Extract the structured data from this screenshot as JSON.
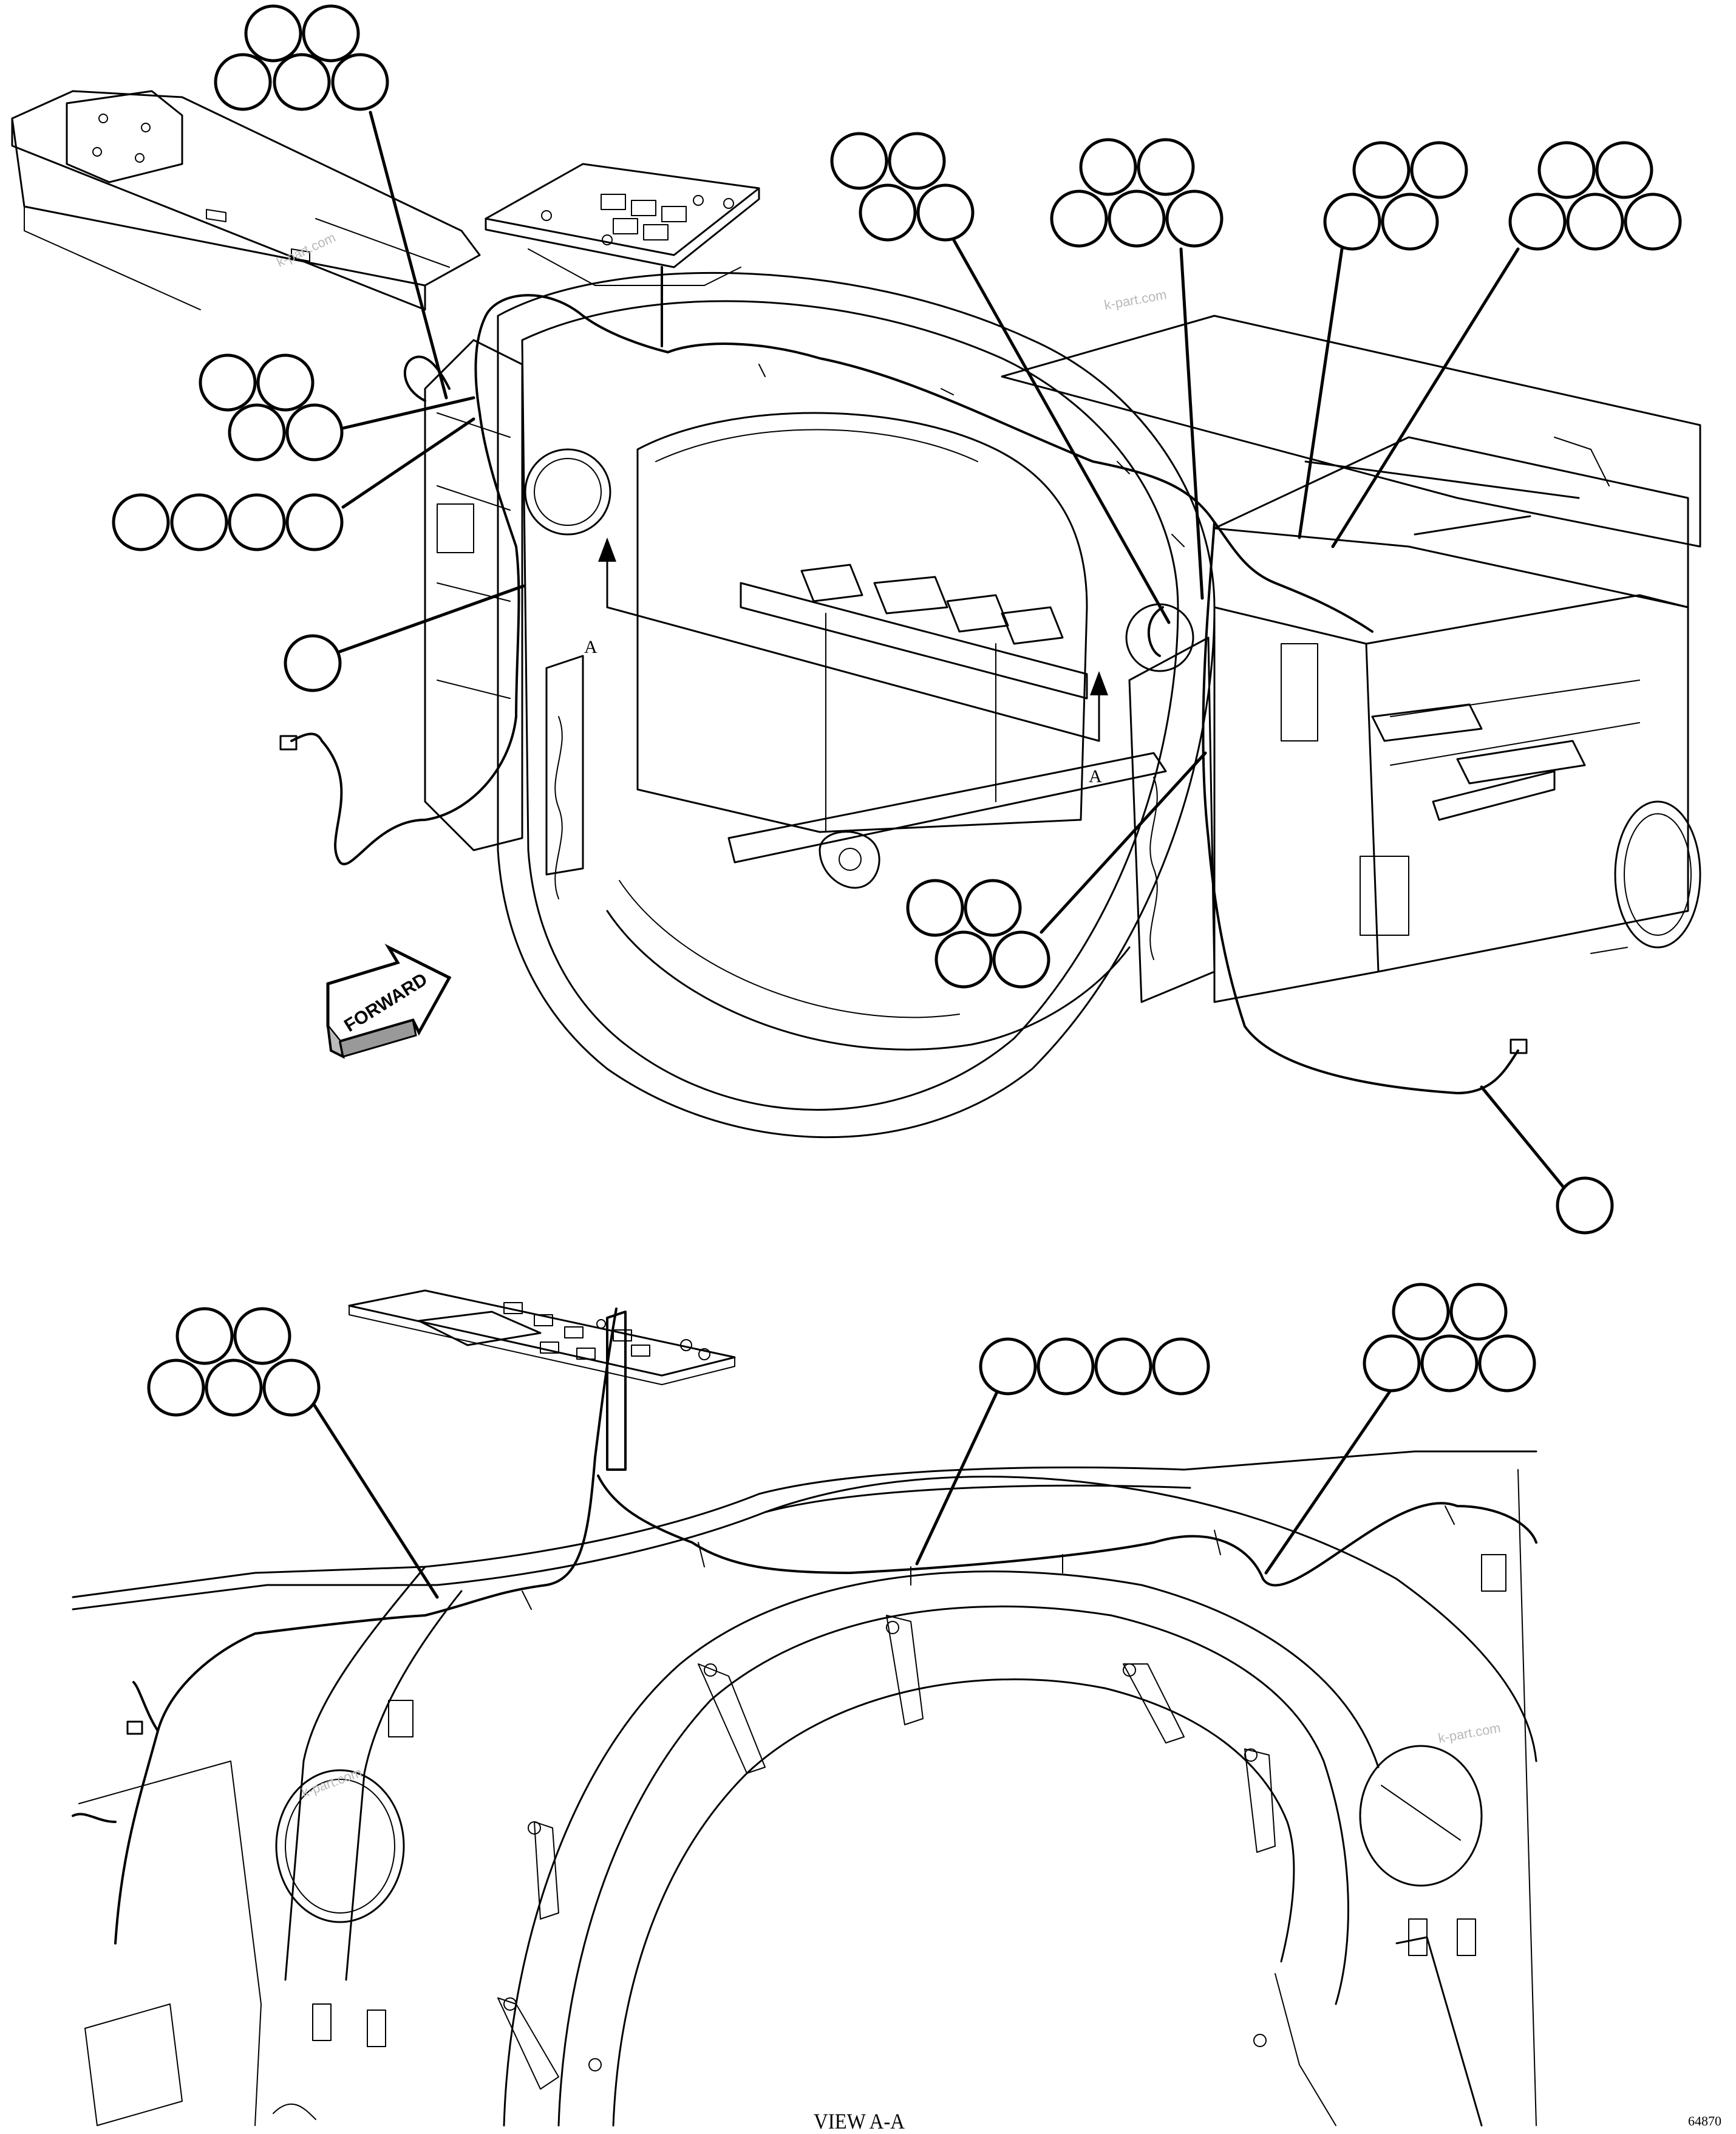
{
  "labels": {
    "forward": "FORWARD",
    "section_letter": "A",
    "view_title": "VIEW A-A",
    "drawing_number": "64870",
    "watermark": "k-part.com"
  },
  "callout_groups": [
    {
      "id": "top-1",
      "count": 5
    },
    {
      "id": "top-2",
      "count": 4
    },
    {
      "id": "top-3",
      "count": 4
    },
    {
      "id": "top-4",
      "count": 5
    },
    {
      "id": "top-5",
      "count": 4
    },
    {
      "id": "top-6",
      "count": 5
    },
    {
      "id": "top-7",
      "count": 4
    },
    {
      "id": "top-8",
      "count": 1
    },
    {
      "id": "top-9",
      "count": 4
    },
    {
      "id": "top-10",
      "count": 1
    },
    {
      "id": "view-1",
      "count": 5
    },
    {
      "id": "view-2",
      "count": 4
    },
    {
      "id": "view-3",
      "count": 5
    }
  ]
}
